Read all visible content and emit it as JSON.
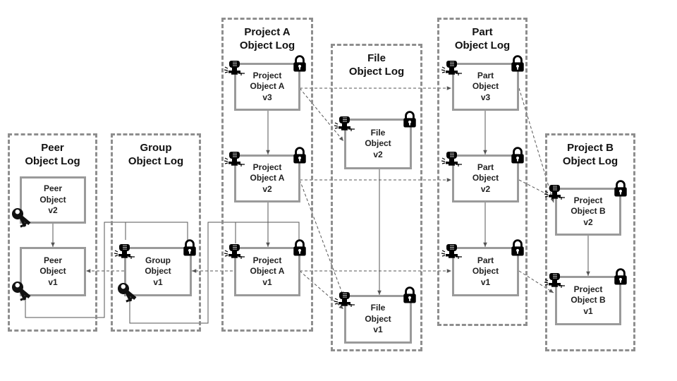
{
  "logs": {
    "peer": {
      "line1": "Peer",
      "line2": "Object Log"
    },
    "group": {
      "line1": "Group",
      "line2": "Object Log"
    },
    "projectA": {
      "line1": "Project A",
      "line2": "Object Log"
    },
    "file": {
      "line1": "File",
      "line2": "Object Log"
    },
    "part": {
      "line1": "Part",
      "line2": "Object Log"
    },
    "projectB": {
      "line1": "Project B",
      "line2": "Object Log"
    }
  },
  "objects": {
    "peer_v2": {
      "line1": "Peer",
      "line2": "Object",
      "line3": "v2"
    },
    "peer_v1": {
      "line1": "Peer",
      "line2": "Object",
      "line3": "v1"
    },
    "group_v1": {
      "line1": "Group",
      "line2": "Object",
      "line3": "v1"
    },
    "pa_v3": {
      "line1": "Project",
      "line2": "Object A",
      "line3": "v3"
    },
    "pa_v2": {
      "line1": "Project",
      "line2": "Object A",
      "line3": "v2"
    },
    "pa_v1": {
      "line1": "Project",
      "line2": "Object A",
      "line3": "v1"
    },
    "file_v2": {
      "line1": "File",
      "line2": "Object",
      "line3": "v2"
    },
    "file_v1": {
      "line1": "File",
      "line2": "Object",
      "line3": "v1"
    },
    "part_v3": {
      "line1": "Part",
      "line2": "Object",
      "line3": "v3"
    },
    "part_v2": {
      "line1": "Part",
      "line2": "Object",
      "line3": "v2"
    },
    "part_v1": {
      "line1": "Part",
      "line2": "Object",
      "line3": "v1"
    },
    "pb_v2": {
      "line1": "Project",
      "line2": "Object B",
      "line3": "v2"
    },
    "pb_v1": {
      "line1": "Project",
      "line2": "Object B",
      "line3": "v1"
    }
  },
  "icons": {
    "lock": "padlock-icon",
    "stamp": "signature-stamp-icon",
    "keys": "keys-icon"
  },
  "colors": {
    "border": "#8e8e8e",
    "box": "#9a9a9a",
    "line": "#555555"
  }
}
